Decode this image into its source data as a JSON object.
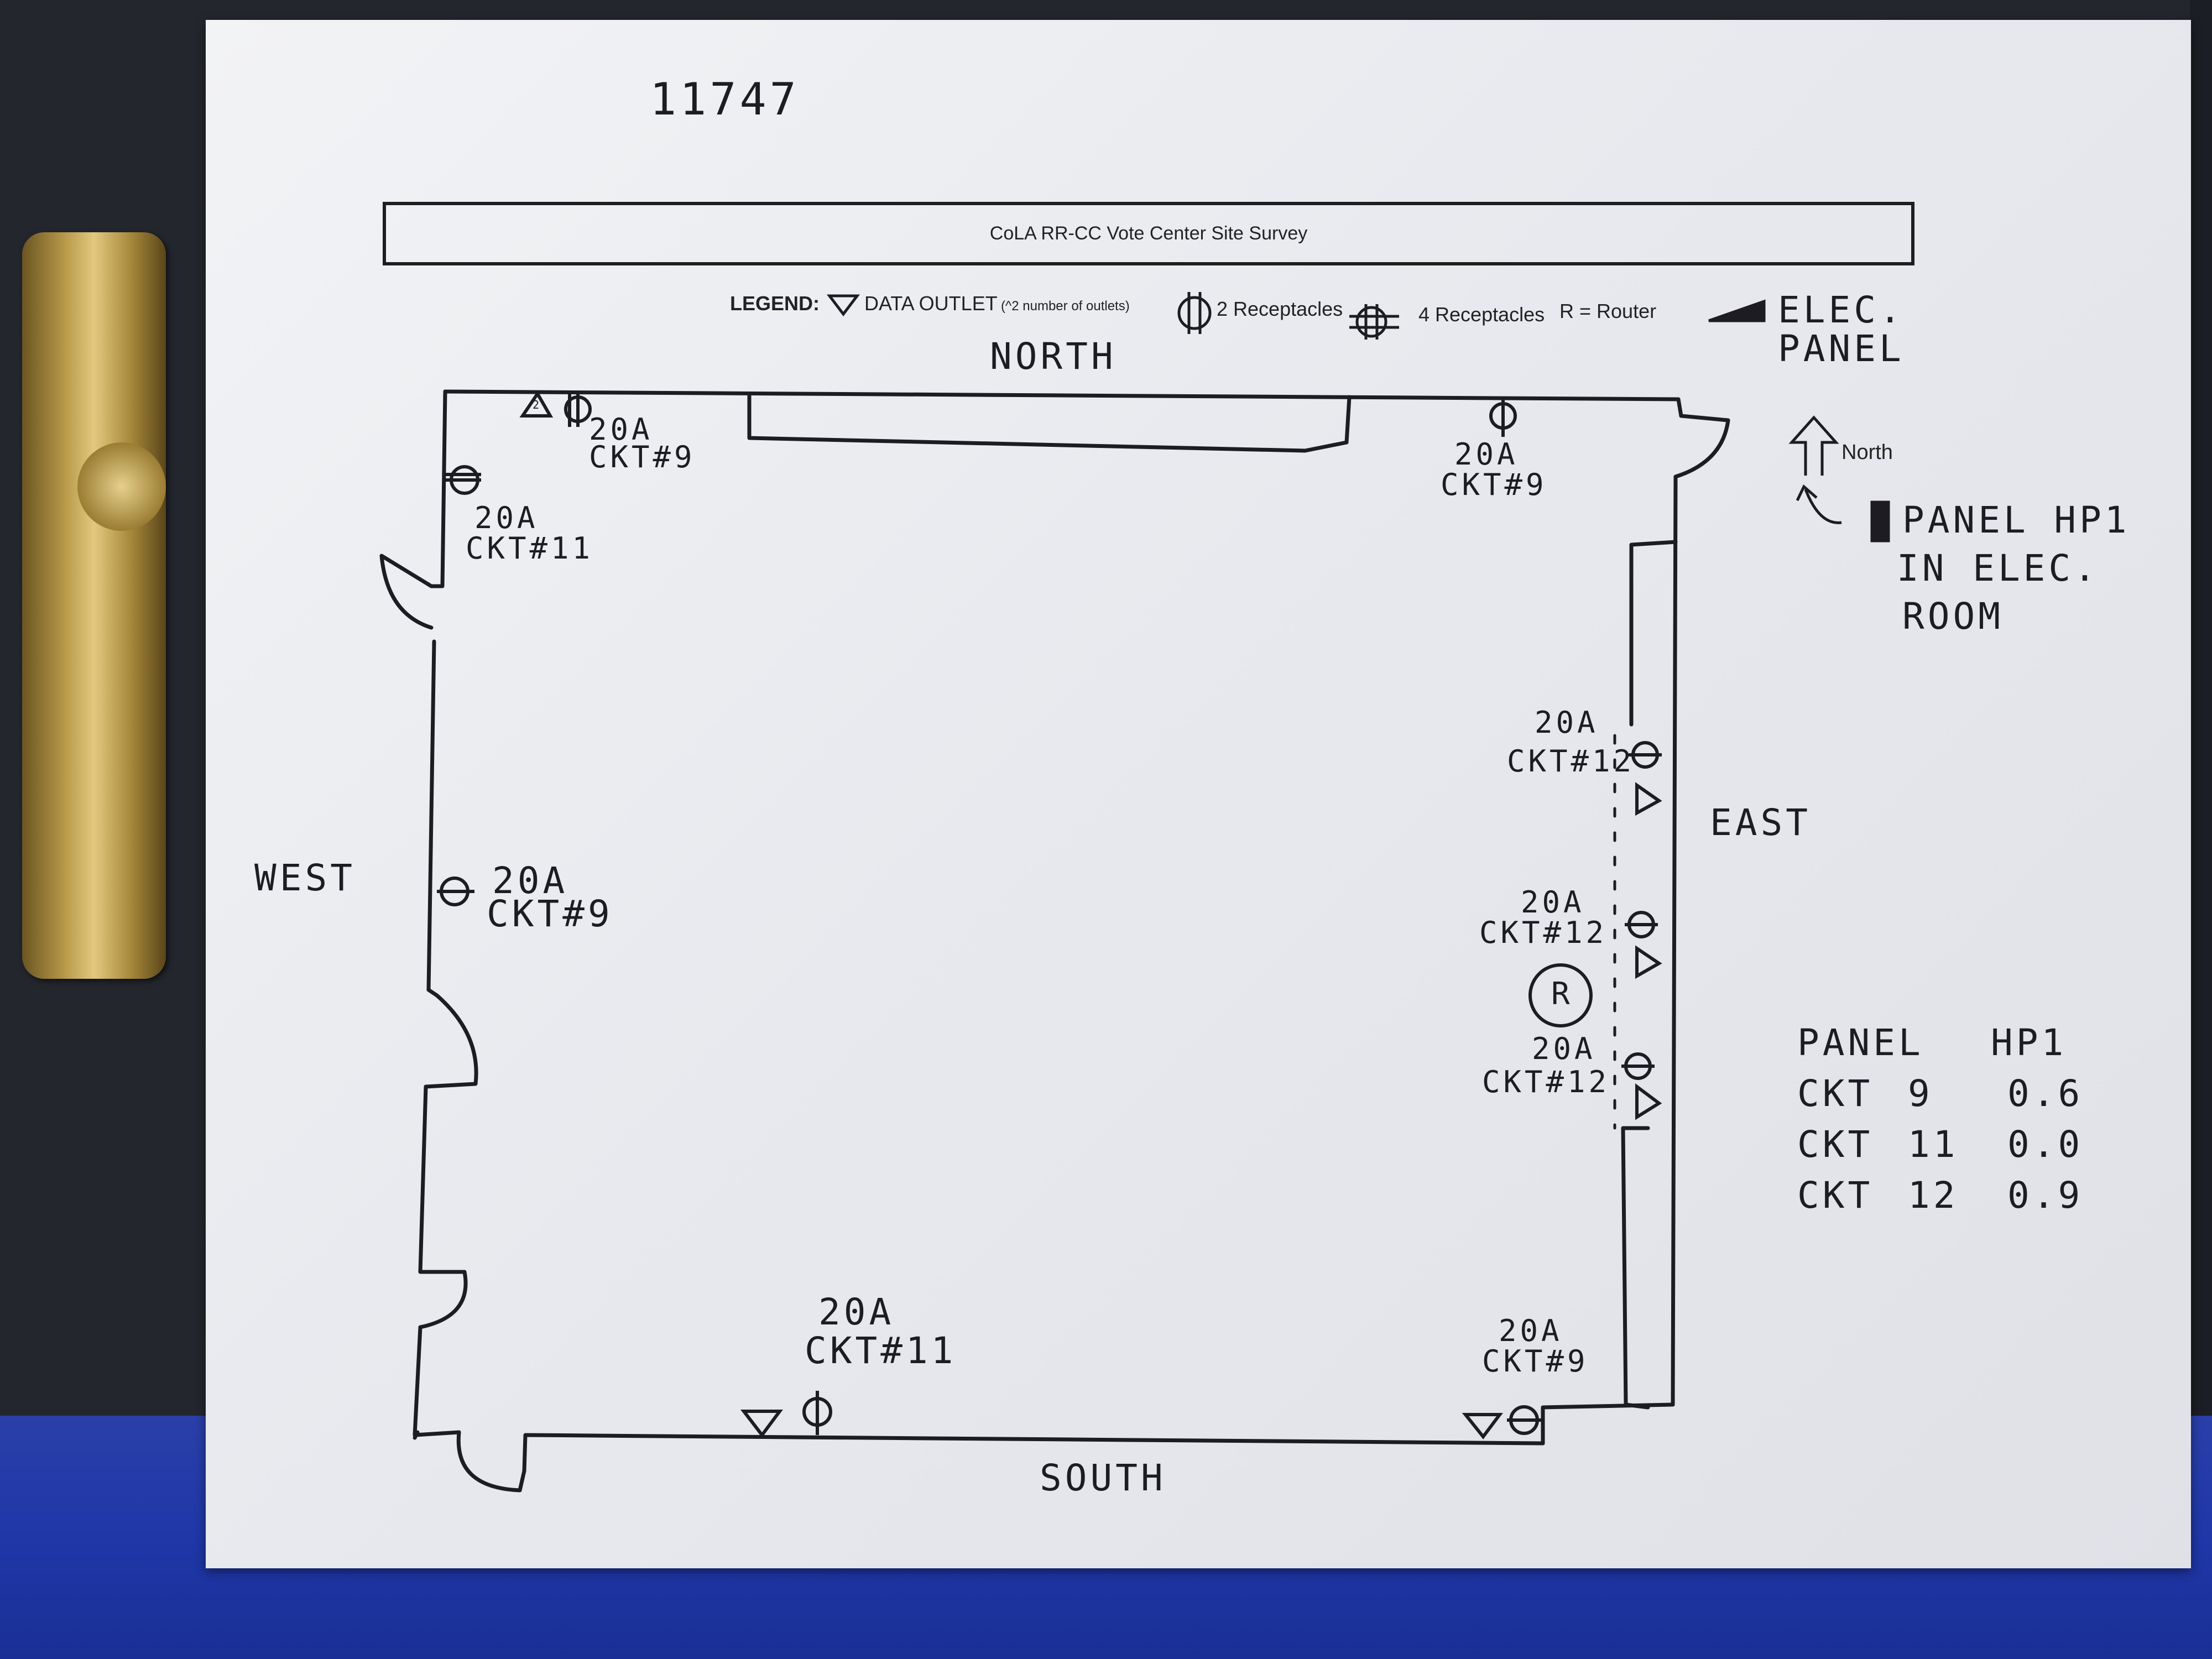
{
  "page_number": "11747",
  "title": "CoLA RR-CC Vote Center Site Survey",
  "legend": {
    "label": "LEGEND:",
    "data_outlet": "DATA OUTLET",
    "data_outlet_note": "(^2 number of outlets)",
    "two_receptacles": "2 Receptacles",
    "four_receptacles": "4 Receptacles",
    "router": "R = Router",
    "elec_panel_line1": "ELEC.",
    "elec_panel_line2": "PANEL"
  },
  "directions": {
    "north": "NORTH",
    "south": "SOUTH",
    "east": "EAST",
    "west": "WEST",
    "north_arrow": "North"
  },
  "panel_note": {
    "line1": "PANEL HP1",
    "line2": "IN ELEC.",
    "line3": "ROOM"
  },
  "outlets": [
    {
      "amps": "20A",
      "circuit": "CKT#9"
    },
    {
      "amps": "20A",
      "circuit": "CKT#9"
    },
    {
      "amps": "20A",
      "circuit": "CKT#11"
    },
    {
      "amps": "20A",
      "circuit": "CKT#12"
    },
    {
      "amps": "20A",
      "circuit": "CKT#12"
    },
    {
      "amps": "20A",
      "circuit": "CKT#12"
    },
    {
      "amps": "20A",
      "circuit": "CKT#9"
    },
    {
      "amps": "20A",
      "circuit": "CKT#11"
    },
    {
      "amps": "20A",
      "circuit": "CKT#9"
    }
  ],
  "router_label": "R",
  "data_outlet_count": "2",
  "panel_table": {
    "title": [
      "PANEL",
      "HP1"
    ],
    "rows": [
      {
        "ckt": "CKT",
        "num": "9",
        "load": "0.6"
      },
      {
        "ckt": "CKT",
        "num": "11",
        "load": "0.0"
      },
      {
        "ckt": "CKT",
        "num": "12",
        "load": "0.9"
      }
    ]
  }
}
